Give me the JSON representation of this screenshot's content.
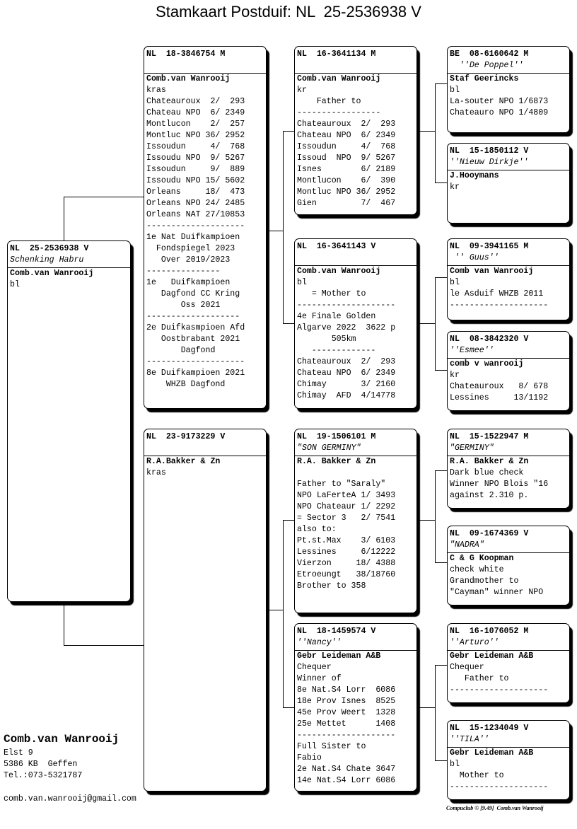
{
  "title": "Stamkaart Postduif: NL  25-2536938 V",
  "cards": {
    "subject": {
      "id": "NL  25-2536938 V",
      "name": "Schenking Habru",
      "lines": [
        "Comb.van Wanrooij",
        "bl"
      ]
    },
    "sire": {
      "id": "NL  18-3846754 M",
      "name": "",
      "lines": [
        "Comb.van Wanrooij",
        "kras",
        "Chateauroux  2/  293",
        "Chateau NPO  6/ 2349",
        "Montlucon    2/  257",
        "Montluc NPO 36/ 2952",
        "Issoudun     4/  768",
        "Issoudu NPO  9/ 5267",
        "Issoudun     9/  889",
        "Issoudu NPO 15/ 5602",
        "Orleans     18/  473",
        "Orleans NPO 24/ 2485",
        "Orleans NAT 27/10853",
        "--------------------",
        "1e Nat Duifkampioen",
        "  Fondspiegel 2023",
        "   Over 2019/2023",
        "---------------",
        "1e   Duifkampioen",
        "   Dagfond CC Kring",
        "       Oss 2021",
        "-------------------",
        "2e Duifkasmpioen Afd",
        "   Oostbrabant 2021",
        "       Dagfond",
        "--------------------",
        "8e Duifkampioen 2021",
        "    WHZB Dagfond"
      ]
    },
    "dam": {
      "id": "NL  23-9173229 V",
      "name": "",
      "lines": [
        "R.A.Bakker & Zn",
        "kras"
      ]
    },
    "ss": {
      "id": "NL  16-3641134 M",
      "name": "",
      "lines": [
        "Comb.van Wanrooij",
        "kr",
        "    Father to",
        "-----------------",
        "Chateauroux  2/  293",
        "Chateau NPO  6/ 2349",
        "Issoudun     4/  768",
        "Issoud  NPO  9/ 5267",
        "Isnes        6/ 2189",
        "Montlucon    6/  390",
        "Montluc NPO 36/ 2952",
        "Gien         7/  467"
      ]
    },
    "sd": {
      "id": "NL  16-3641143 V",
      "name": "",
      "lines": [
        "Comb.van Wanrooij",
        "bl",
        "   = Mother to",
        "--------------------",
        "4e Finale Golden",
        "Algarve 2022  3622 p",
        "       505km",
        "   -------------",
        "Chateauroux  2/  293",
        "Chateau NPO  6/ 2349",
        "Chimay       3/ 2160",
        "Chimay  AFD  4/14778"
      ]
    },
    "ds": {
      "id": "NL  19-1506101 M",
      "name": "\"SON GERMINY\"",
      "lines": [
        "R.A. Bakker & Zn",
        "",
        "Father to \"Saraly\"",
        "NPO LaFerteA 1/ 3493",
        "NPO Chateaur 1/ 2292",
        "= Sector 3   2/ 7541",
        "also to:",
        "Pt.st.Max    3/ 6103",
        "Lessines     6/12222",
        "Vierzon     18/ 4388",
        "Etroeungt   38/18760",
        "Brother to 358"
      ]
    },
    "dd": {
      "id": "NL  18-1459574 V",
      "name": "''Nancy''",
      "lines": [
        "Gebr Leideman A&B",
        "Chequer",
        "Winner of",
        "8e Nat.S4 Lorr  6086",
        "18e Prov Isnes  8525",
        "45e Prov Weert  1328",
        "25e Mettet      1408",
        "--------------------",
        "Full Sister to",
        "Fabio",
        "2e Nat.S4 Chate 3647",
        "14e Nat.S4 Lorr 6086"
      ]
    },
    "sss": {
      "id": "BE  08-6160642 M",
      "name": "  ''De Poppel''",
      "lines": [
        "Staf Geerincks",
        "bl",
        "La-souter NPO 1/6873",
        "Chateauro NPO 1/4809"
      ]
    },
    "ssd": {
      "id": "NL  15-1850112 V",
      "name": "''Nieuw Dirkje''",
      "lines": [
        "J.Hooymans",
        "kr"
      ]
    },
    "sds": {
      "id": "NL  09-3941165 M",
      "name": " '' Guus''",
      "lines": [
        "Comb van Wanrooij",
        "bl",
        "le Asduif WHZB 2011",
        "--------------------"
      ]
    },
    "sdd": {
      "id": "NL  08-3842320 V",
      "name": "''Esmee''",
      "lines": [
        "comb v wanrooij",
        "kr",
        "Chateauroux   8/ 678",
        "Lessines     13/1192"
      ]
    },
    "dss": {
      "id": "NL  15-1522947 M",
      "name": "\"GERMINY\"",
      "lines": [
        "R.A. Bakker & Zn",
        "Dark blue check",
        "Winner NPO Blois \"16",
        "against 2.310 p."
      ]
    },
    "dsd": {
      "id": "NL  09-1674369 V",
      "name": "\"NADRA\"",
      "lines": [
        "C & G Koopman",
        "check white",
        "Grandmother to",
        "\"Cayman\" winner NPO"
      ]
    },
    "dds": {
      "id": "NL  16-1076052 M",
      "name": "''Arturo''",
      "lines": [
        "Gebr Leideman A&B",
        "Chequer",
        "   Father to",
        "--------------------"
      ]
    },
    "ddd": {
      "id": "NL  15-1234049 V",
      "name": "''TILA''",
      "lines": [
        "Gebr Leideman A&B",
        "bl",
        "  Mother to",
        "--------------------"
      ]
    }
  },
  "breeder": {
    "name": "Comb.van Wanrooij",
    "address": "Elst 9",
    "postal": "5386 KB  Geffen",
    "phone": "Tel.:073-5321787",
    "email": "comb.van.wanrooij@gmail.com"
  },
  "credit": "Compuclub © [9.49]  Comb.van Wanrooij"
}
